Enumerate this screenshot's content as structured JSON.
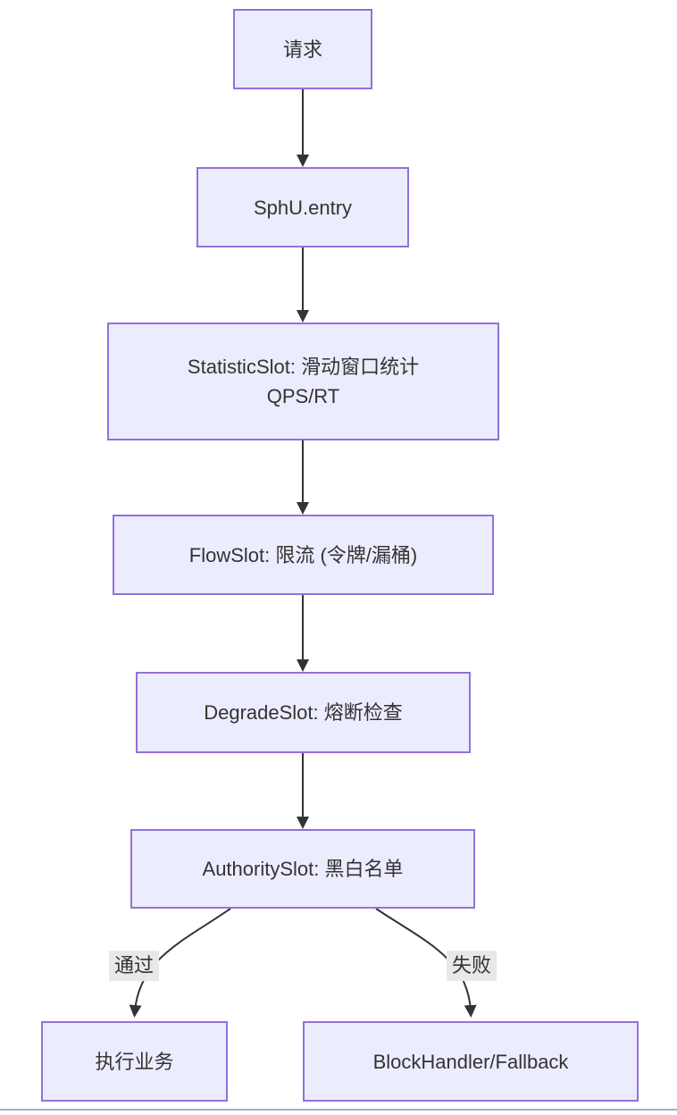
{
  "diagram": {
    "type": "flowchart",
    "direction": "top-down",
    "topic": "Sentinel slot chain request processing",
    "nodes": [
      {
        "id": "request",
        "label": "请求"
      },
      {
        "id": "sphu-entry",
        "label": "SphU.entry"
      },
      {
        "id": "statistic-slot",
        "label": "StatisticSlot: 滑动窗口统计 QPS/RT",
        "lines": [
          "StatisticSlot: 滑动窗口统计",
          "QPS/RT"
        ]
      },
      {
        "id": "flow-slot",
        "label": "FlowSlot: 限流 (令牌/漏桶)"
      },
      {
        "id": "degrade-slot",
        "label": "DegradeSlot: 熔断检查"
      },
      {
        "id": "authority-slot",
        "label": "AuthoritySlot: 黑白名单"
      },
      {
        "id": "execute-business",
        "label": "执行业务"
      },
      {
        "id": "block-handler",
        "label": "BlockHandler/Fallback"
      }
    ],
    "edges": [
      {
        "from": "请求",
        "to": "SphU.entry",
        "label": ""
      },
      {
        "from": "SphU.entry",
        "to": "StatisticSlot: 滑动窗口统计 QPS/RT",
        "label": ""
      },
      {
        "from": "StatisticSlot: 滑动窗口统计 QPS/RT",
        "to": "FlowSlot: 限流 (令牌/漏桶)",
        "label": ""
      },
      {
        "from": "FlowSlot: 限流 (令牌/漏桶)",
        "to": "DegradeSlot: 熔断检查",
        "label": ""
      },
      {
        "from": "DegradeSlot: 熔断检查",
        "to": "AuthoritySlot: 黑白名单",
        "label": ""
      },
      {
        "from": "AuthoritySlot: 黑白名单",
        "to": "执行业务",
        "label": "通过"
      },
      {
        "from": "AuthoritySlot: 黑白名单",
        "to": "BlockHandler/Fallback",
        "label": "失败"
      }
    ],
    "colors": {
      "node_fill": "#ECECFF",
      "node_border": "#9370DB",
      "text_color": "#333333",
      "edge_color": "#333333",
      "edge_label_bg": "#e8e8e8",
      "background": "#ffffff",
      "footer_line": "#a4aeb8"
    }
  }
}
